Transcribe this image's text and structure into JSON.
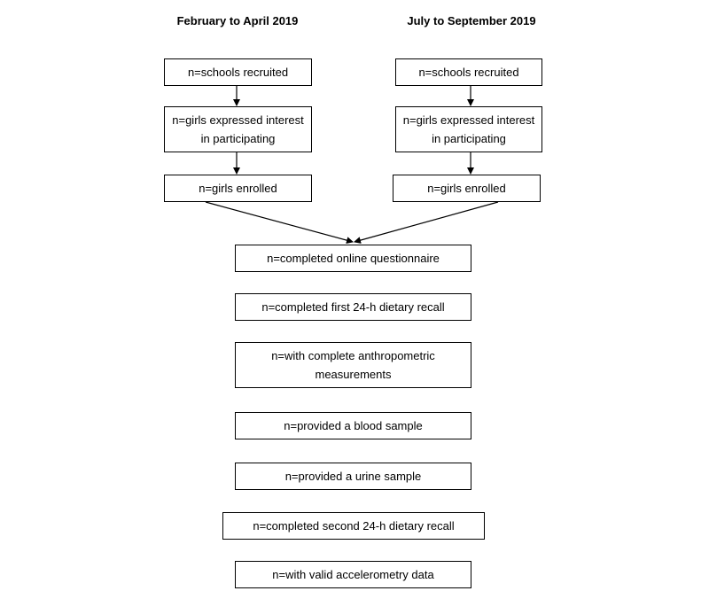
{
  "left_column": {
    "heading": "February to April 2019",
    "boxes": [
      "n=schools recruited",
      "n=girls expressed interest in participating",
      "n=girls enrolled"
    ]
  },
  "right_column": {
    "heading": "July to September 2019",
    "boxes": [
      "n=schools recruited",
      "n=girls expressed interest in participating",
      "n=girls enrolled"
    ]
  },
  "merged_steps": [
    "n=completed online questionnaire",
    "n=completed first 24-h dietary recall",
    "n=with complete anthropometric measurements",
    "n=provided a blood sample",
    "n=provided a urine sample",
    "n=completed second 24-h dietary recall",
    "n=with valid accelerometry data"
  ]
}
